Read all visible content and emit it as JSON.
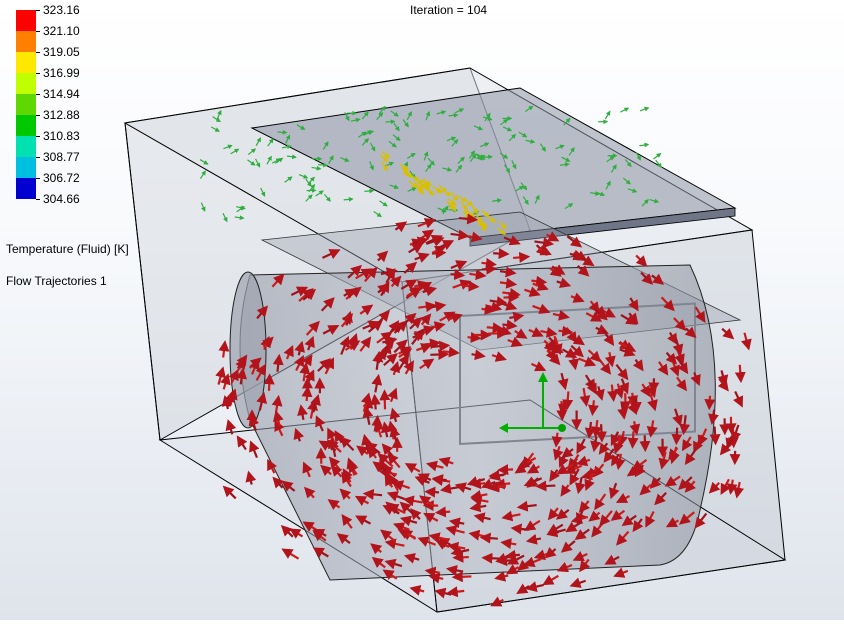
{
  "viewport": {
    "iteration_label": "Iteration = 104"
  },
  "legend": {
    "title": "Temperature (Fluid) [K]",
    "trajectory_label": "Flow Trajectories 1",
    "entries": [
      {
        "value": "323.16",
        "color": "#ff0000"
      },
      {
        "value": "321.10",
        "color": "#ff7f00"
      },
      {
        "value": "319.05",
        "color": "#ffe800"
      },
      {
        "value": "316.99",
        "color": "#bfff00"
      },
      {
        "value": "314.94",
        "color": "#5ed800"
      },
      {
        "value": "312.88",
        "color": "#00c800"
      },
      {
        "value": "310.83",
        "color": "#00e0b0"
      },
      {
        "value": "308.77",
        "color": "#00bfe0"
      },
      {
        "value": "306.72",
        "color": "#0060ff"
      },
      {
        "value": "304.66",
        "color": "#0000d0"
      }
    ]
  },
  "colors": {
    "hot_arrows": "#cc1a1a",
    "warm_arrows": "#e0a000",
    "cool_arrows": "#2fae3f",
    "enclosure_glass": "#c8cdd6",
    "enclosure_edge": "#000000",
    "triad_x": "#c00000",
    "triad_y": "#00b000"
  }
}
